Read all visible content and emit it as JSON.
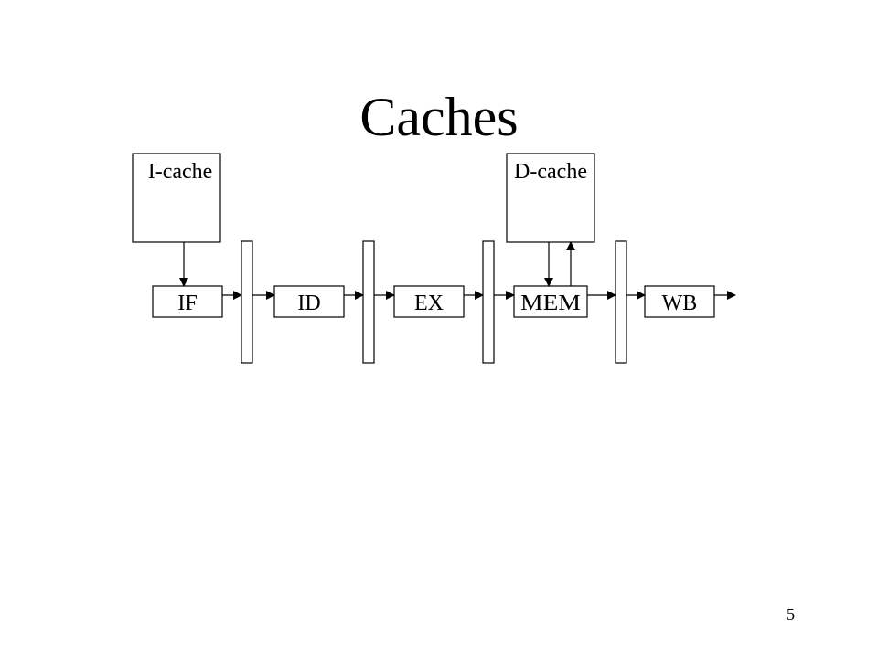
{
  "slide": {
    "title": "Caches",
    "page_number": "5"
  },
  "diagram": {
    "caches": {
      "icache": "I-cache",
      "dcache": "D-cache"
    },
    "stages": [
      "IF",
      "ID",
      "EX",
      "MEM",
      "WB"
    ],
    "colors": {
      "line": "#000000",
      "background": "#ffffff"
    }
  }
}
